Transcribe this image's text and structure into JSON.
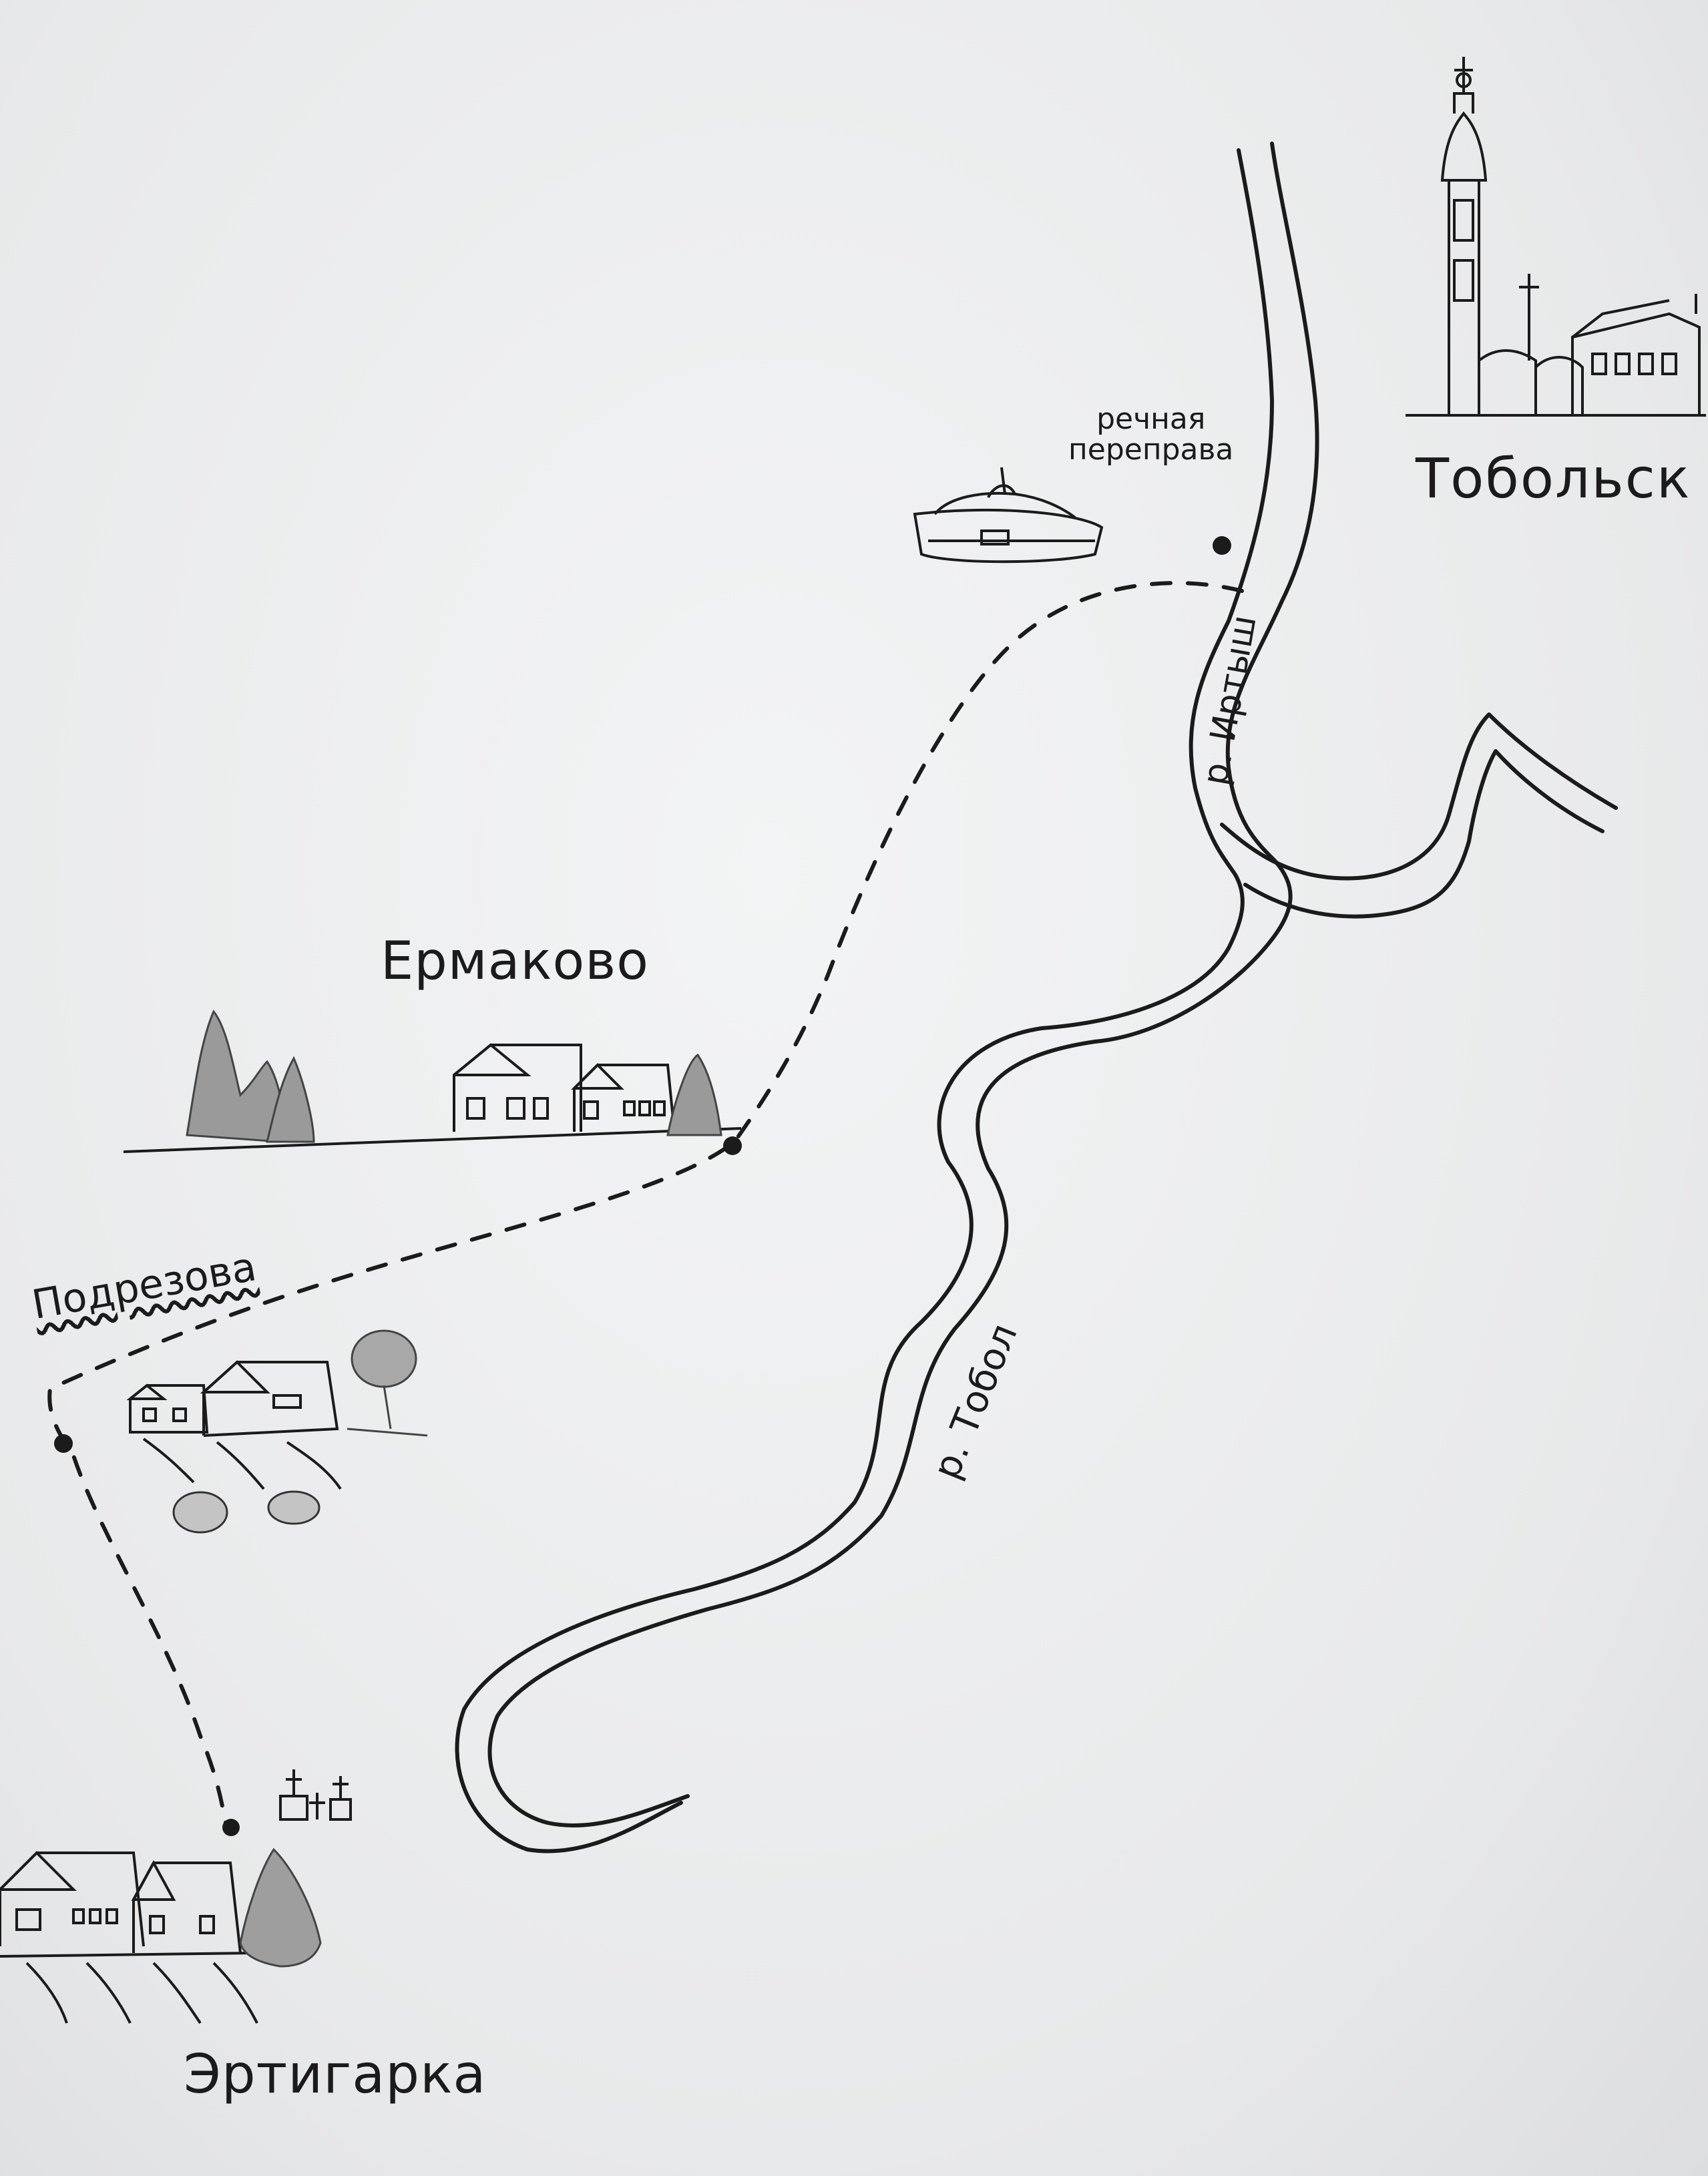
{
  "map": {
    "labels": {
      "tobolsk": "Тобольск",
      "ferry_line1": "речная",
      "ferry_line2": "переправа",
      "ermakovo": "Ермаково",
      "podrezova": "Подрезова",
      "ertigarka": "Эртигарка",
      "irtysh": "р. Иртыш",
      "tobol": "р. Тобол"
    },
    "colors": {
      "ink": "#1b1b1b",
      "pencil": "#6b6b6b",
      "paper": "#eeeff0"
    },
    "icons": [
      "church-icon",
      "ferry-boat-icon",
      "village-houses-icon",
      "tree-icon",
      "hay-bale-icon",
      "cemetery-crosses-icon"
    ]
  }
}
